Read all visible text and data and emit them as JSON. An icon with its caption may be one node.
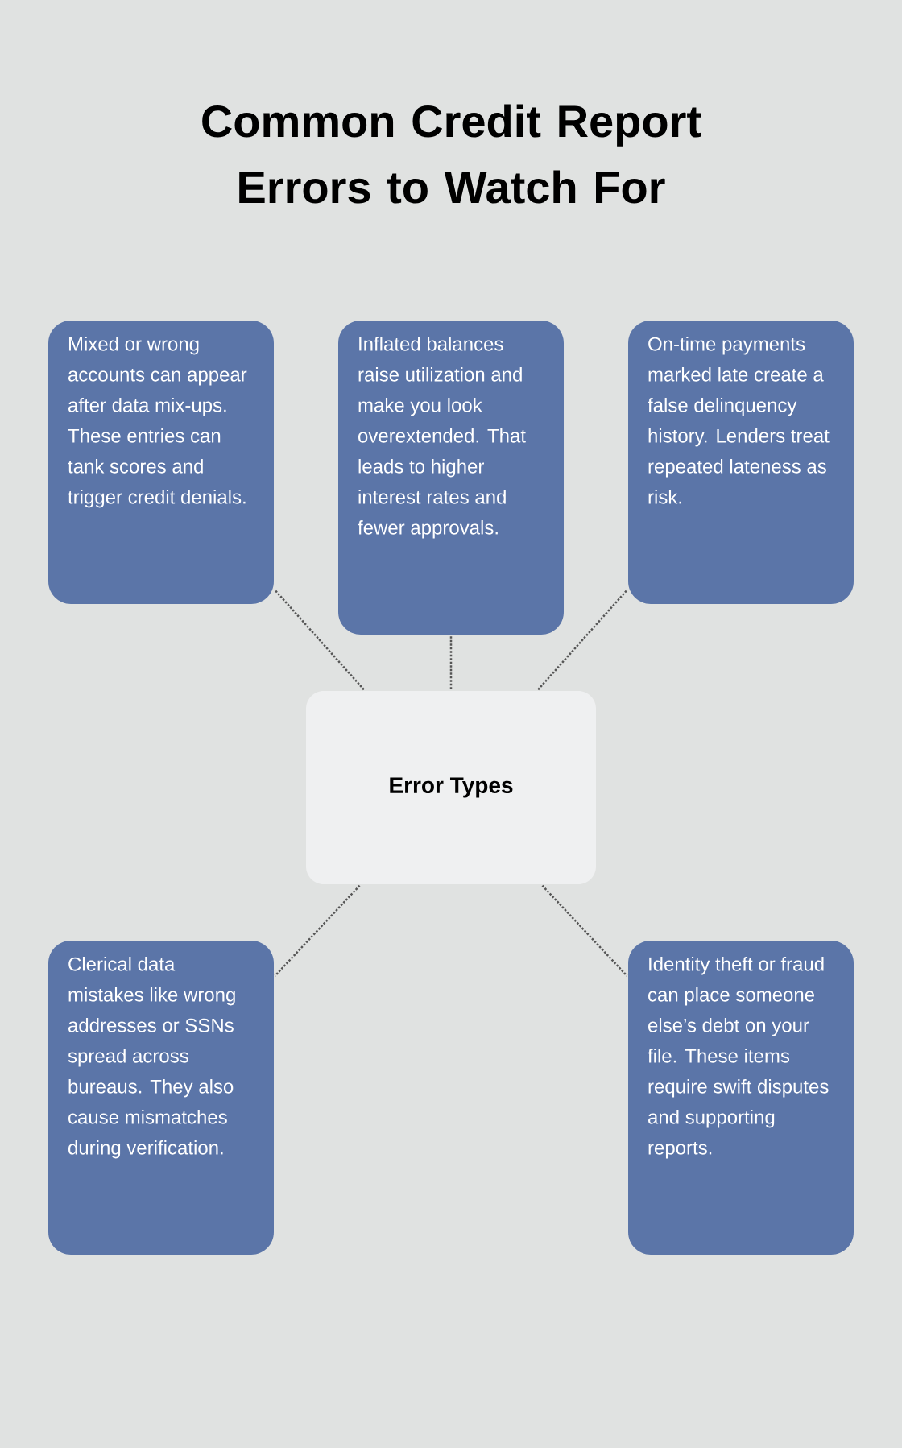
{
  "diagram": {
    "title": "Common Credit Report Errors to Watch For",
    "nodes": [
      {
        "text": [
          "Mixed or wrong accounts can appear after data mix-ups. These entries can tank scores and trigger credit denials."
        ]
      },
      {
        "text": [
          "Inflated balances raise utilization and make you look overextended. That leads to higher interest rates and fewer approvals."
        ]
      },
      {
        "text": [
          "On-time payments marked late create a false delinquency history. Lenders treat repeated lateness as risk."
        ]
      },
      {
        "text": [
          "Error Types"
        ]
      },
      {
        "text": [
          "Clerical data mistakes like wrong addresses or SSNs spread across bureaus. They also cause mismatches during verification."
        ]
      },
      {
        "text": [
          "Identity theft or fraud can place someone else’s debt on your file. These items require swift disputes and supporting reports."
        ]
      }
    ],
    "edges": [
      {
        "from": 3,
        "to": 0,
        "arrow": "none"
      },
      {
        "from": 3,
        "to": 1,
        "arrow": "none"
      },
      {
        "from": 3,
        "to": 2,
        "arrow": "none"
      },
      {
        "from": 3,
        "to": 4,
        "arrow": "none"
      },
      {
        "from": 3,
        "to": 5,
        "arrow": "none"
      }
    ]
  }
}
